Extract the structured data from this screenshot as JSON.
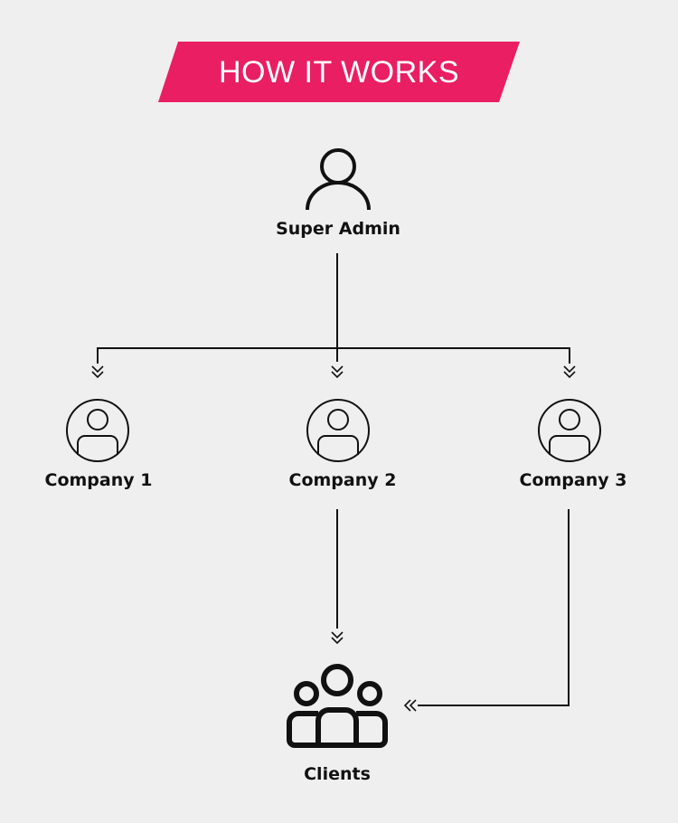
{
  "header": {
    "title": "HOW IT WORKS",
    "accent_color": "#e91e63"
  },
  "nodes": {
    "super_admin": "Super Admin",
    "company_1": "Company 1",
    "company_2": "Company 2",
    "company_3": "Company 3",
    "clients": "Clients"
  }
}
